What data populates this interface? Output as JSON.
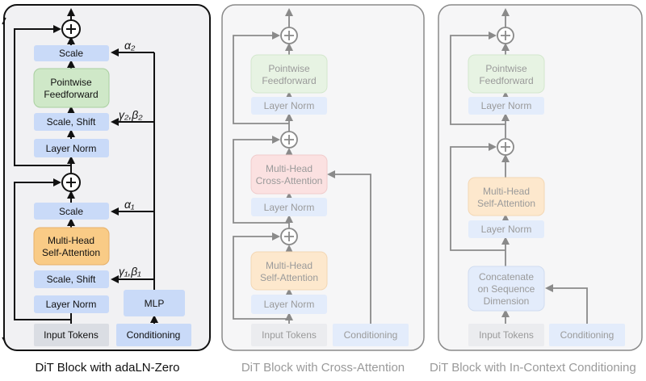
{
  "panels": [
    {
      "id": "adaln",
      "caption": "DiT Block with adaLN-Zero",
      "nodes": {
        "scale_top": "Scale",
        "ff": [
          "Pointwise",
          "Feedforward"
        ],
        "scale_shift_top": "Scale, Shift",
        "ln_top": "Layer Norm",
        "scale_bot": "Scale",
        "attn": [
          "Multi-Head",
          "Self-Attention"
        ],
        "scale_shift_bot": "Scale, Shift",
        "ln_bot": "Layer Norm",
        "mlp": "MLP",
        "input": "Input Tokens",
        "cond": "Conditioning"
      },
      "params": {
        "alpha2": "α₂",
        "gb2": "γ₂,β₂",
        "alpha1": "α₁",
        "gb1": "γ₁,β₁"
      }
    },
    {
      "id": "cross",
      "caption": "DiT Block with Cross-Attention",
      "nodes": {
        "ff": [
          "Pointwise",
          "Feedforward"
        ],
        "ln_top": "Layer Norm",
        "xattn": [
          "Multi-Head",
          "Cross-Attention"
        ],
        "ln_mid": "Layer Norm",
        "attn": [
          "Multi-Head",
          "Self-Attention"
        ],
        "ln_bot": "Layer Norm",
        "input": "Input Tokens",
        "cond": "Conditioning"
      }
    },
    {
      "id": "incontext",
      "caption": "DiT Block with In-Context Conditioning",
      "nodes": {
        "ff": [
          "Pointwise",
          "Feedforward"
        ],
        "ln_top": "Layer Norm",
        "attn": [
          "Multi-Head",
          "Self-Attention"
        ],
        "ln_bot": "Layer Norm",
        "concat": [
          "Concatenate",
          "on Sequence",
          "Dimension"
        ],
        "input": "Input Tokens",
        "cond": "Conditioning"
      }
    }
  ],
  "colors": {
    "blue": "#c9daf8",
    "green": "#cfe8c8",
    "orange": "#f9cb86",
    "red": "#f8c9c9",
    "gray": "#dadde3",
    "panel_active_bg": "#f1f1f3",
    "panel_faded_bg": "#f6f6f7"
  }
}
